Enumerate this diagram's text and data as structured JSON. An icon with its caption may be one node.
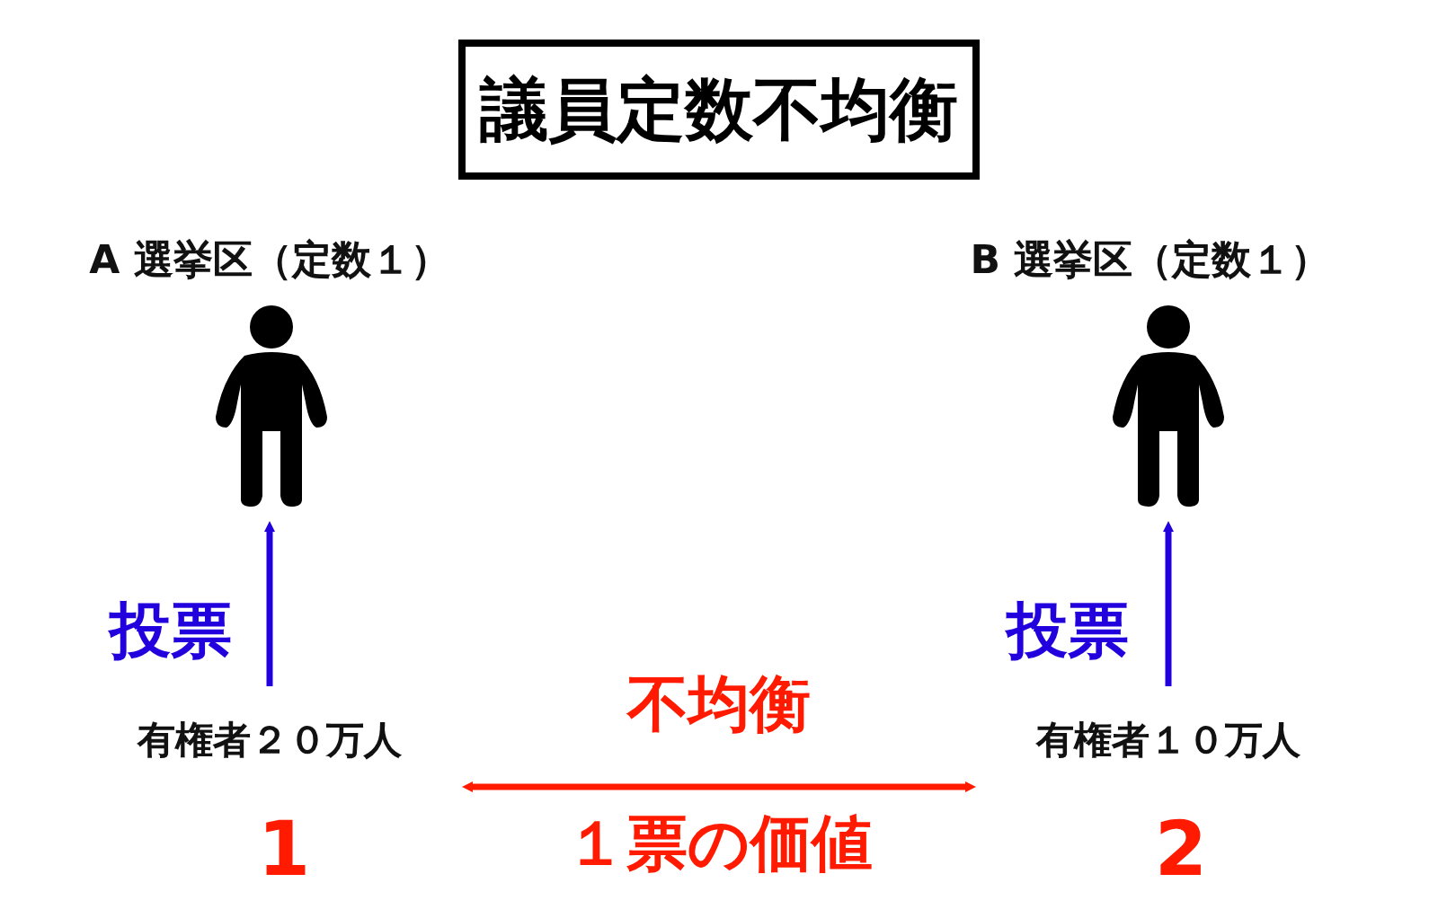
{
  "diagram": {
    "title": "議員定数不均衡",
    "nodes": [
      {
        "text": [],
        "shape": "person",
        "beside": [
          "A 選挙区（定数１）"
        ]
      },
      {
        "text": [
          "有権者２０万人"
        ],
        "beside": [
          "1"
        ]
      },
      {
        "text": [],
        "shape": "person",
        "beside": [
          "B 選挙区（定数１）"
        ]
      },
      {
        "text": [
          "有権者１０万人"
        ],
        "beside": [
          "2"
        ]
      }
    ],
    "edges": [
      {
        "from": 1,
        "to": 0,
        "arrow": "to",
        "label": "投票",
        "color": "#2200dd"
      },
      {
        "from": 3,
        "to": 2,
        "arrow": "to",
        "label": "投票",
        "color": "#2200dd"
      },
      {
        "from": 1,
        "to": 3,
        "arrow": "both",
        "label": "不均衡",
        "color": "#ff1a00"
      }
    ],
    "labels": [
      "１票の価値"
    ]
  }
}
